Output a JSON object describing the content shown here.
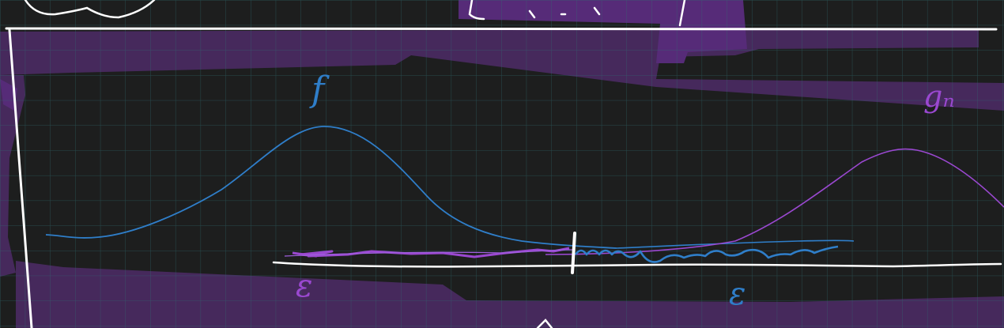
{
  "canvas": {
    "background": "#1d1e1e",
    "grid_color": "#2e6f72",
    "highlight_color": "#5a2e7a",
    "ink_white": "#ffffff",
    "ink_blue": "#2f7ec9",
    "ink_purple": "#9a48d0"
  },
  "labels": {
    "f": "f",
    "g_n": "gₙ",
    "epsilon_left": "ε",
    "epsilon_right": "ε"
  },
  "icons": {
    "blob": "loop-scribble",
    "box": "partial-rectangle"
  }
}
